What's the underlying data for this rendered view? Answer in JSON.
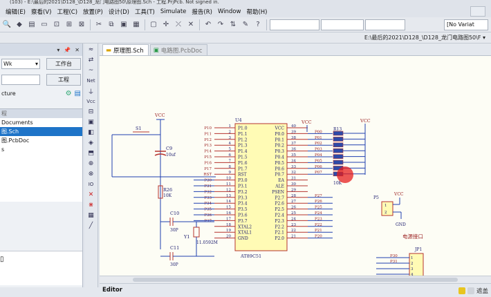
{
  "window": {
    "title": "(103) - E:\\最后的2021\\D128_\\D128_龙门电路图50\\原理图.Sch - 工程.PrjPcb. Not signed in."
  },
  "menu": {
    "items": [
      "编辑(E)",
      "察看(V)",
      "工程(C)",
      "放置(P)",
      "设计(D)",
      "工具(T)",
      "Simulate",
      "报告(R)",
      "Window",
      "帮助(H)"
    ]
  },
  "toolbar": {
    "variant_value": "[No Variat"
  },
  "pathbar": {
    "path": "E:\\最后的2021\\D128_\\D128_龙门电路图50\\F ▾"
  },
  "left_panel": {
    "workspace_select": "Wk",
    "workspace_button": "工作台",
    "project_button": "工程",
    "structure_label": "cture",
    "tree": [
      {
        "label": "程",
        "kind": "hdr"
      },
      {
        "label": "Documents",
        "kind": "normal"
      },
      {
        "label": "图.Sch",
        "kind": "sel"
      },
      {
        "label": "图.PcbDoc",
        "kind": "normal"
      },
      {
        "label": "s",
        "kind": "normal"
      }
    ]
  },
  "tabs": [
    {
      "label": "原理图.Sch",
      "active": true
    },
    {
      "label": "电路图.PcbDoc",
      "active": false
    }
  ],
  "schematic": {
    "vcc": "VCC",
    "s1": "S1",
    "c9": "C9",
    "c9_val": "10uf",
    "r26": "R26",
    "r26_val": "10K",
    "c10": "C10",
    "c10_val": "30P",
    "c11": "C11",
    "c11_val": "30P",
    "y1": "Y1",
    "y1_val": "11.0592M",
    "u4": "U4",
    "u4_name": "AT89C51",
    "r13": "R13",
    "r13_val": "10K",
    "p5": "P5",
    "gnd": "GND",
    "power_label": "电源接口",
    "jp1": "JP1",
    "left_pins": [
      {
        "net": "P10",
        "pin": "1",
        "name": "P1.0"
      },
      {
        "net": "P11",
        "pin": "2",
        "name": "P1.1"
      },
      {
        "net": "P12",
        "pin": "3",
        "name": "P1.2"
      },
      {
        "net": "P13",
        "pin": "4",
        "name": "P1.3"
      },
      {
        "net": "P14",
        "pin": "5",
        "name": "P1.4"
      },
      {
        "net": "P15",
        "pin": "6",
        "name": "P1.5"
      },
      {
        "net": "P16",
        "pin": "7",
        "name": "P1.6"
      },
      {
        "net": "P17",
        "pin": "8",
        "name": "P1.7"
      },
      {
        "net": "RST",
        "pin": "9",
        "name": "RST"
      },
      {
        "net": "P30",
        "pin": "10",
        "name": "P3.0"
      },
      {
        "net": "P31",
        "pin": "11",
        "name": "P3.1"
      },
      {
        "net": "P32",
        "pin": "12",
        "name": "P3.2"
      },
      {
        "net": "P33",
        "pin": "13",
        "name": "P3.3"
      },
      {
        "net": "P34",
        "pin": "14",
        "name": "P3.4"
      },
      {
        "net": "P35",
        "pin": "15",
        "name": "P3.5"
      },
      {
        "net": "P36",
        "pin": "16",
        "name": "P3.6"
      },
      {
        "net": "P37",
        "pin": "17",
        "name": "P3.7"
      },
      {
        "net": "",
        "pin": "18",
        "name": "XTAL2"
      },
      {
        "net": "",
        "pin": "19",
        "name": "XTAL1"
      },
      {
        "net": "",
        "pin": "20",
        "name": "GND"
      }
    ],
    "right_pins": [
      {
        "name": "VCC",
        "pin": "40",
        "net": ""
      },
      {
        "name": "P0.0",
        "pin": "39",
        "net": "P00"
      },
      {
        "name": "P0.1",
        "pin": "38",
        "net": "P01"
      },
      {
        "name": "P0.2",
        "pin": "37",
        "net": "P02"
      },
      {
        "name": "P0.3",
        "pin": "36",
        "net": "P03"
      },
      {
        "name": "P0.4",
        "pin": "35",
        "net": "P04"
      },
      {
        "name": "P0.5",
        "pin": "34",
        "net": "P05"
      },
      {
        "name": "P0.6",
        "pin": "33",
        "net": "P06"
      },
      {
        "name": "P0.7",
        "pin": "32",
        "net": "P07"
      },
      {
        "name": "EA",
        "pin": "31",
        "net": ""
      },
      {
        "name": "ALE",
        "pin": "30",
        "net": ""
      },
      {
        "name": "PSEN",
        "pin": "29",
        "net": ""
      },
      {
        "name": "P2.7",
        "pin": "28",
        "net": "P27"
      },
      {
        "name": "P2.6",
        "pin": "27",
        "net": "P26"
      },
      {
        "name": "P2.5",
        "pin": "26",
        "net": "P25"
      },
      {
        "name": "P2.4",
        "pin": "25",
        "net": "P24"
      },
      {
        "name": "P2.3",
        "pin": "24",
        "net": "P23"
      },
      {
        "name": "P2.2",
        "pin": "23",
        "net": "P22"
      },
      {
        "name": "P2.1",
        "pin": "22",
        "net": "P21"
      },
      {
        "name": "P2.0",
        "pin": "21",
        "net": "P20"
      }
    ],
    "p5_pins": [
      "1",
      "2"
    ],
    "jp1_pins": [
      {
        "net": "P30",
        "pin": "1"
      },
      {
        "net": "P31",
        "pin": "2"
      },
      {
        "net": "",
        "pin": "3"
      },
      {
        "net": "",
        "pin": "4"
      }
    ]
  },
  "status": {
    "editor": "Editor",
    "right_text": "遮盖"
  },
  "colors": {
    "wire": "#1f3fb0",
    "component": "#b5322d",
    "part_fill": "#fffbb5",
    "text": "#1b1b6e",
    "label": "#9b2020"
  }
}
